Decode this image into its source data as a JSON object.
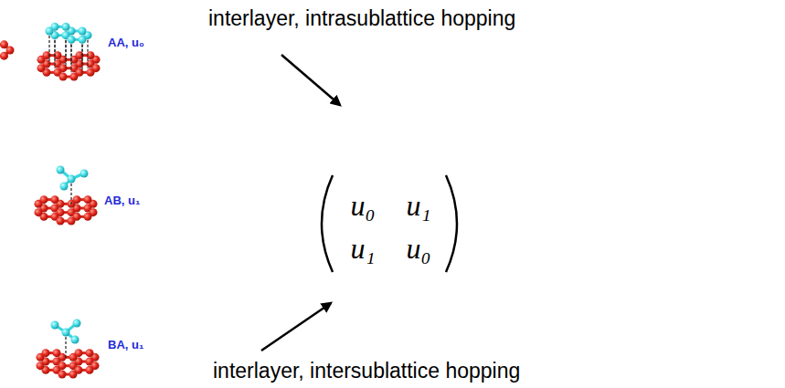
{
  "diagram": {
    "labels": [
      "interlayer, intrasublattice hopping",
      "AA, u₀",
      "AB, u₁",
      "BA, u₁",
      "u₀",
      "u₁",
      "u₁",
      "u₀",
      "interlayer, intersublattice hopping"
    ]
  }
}
